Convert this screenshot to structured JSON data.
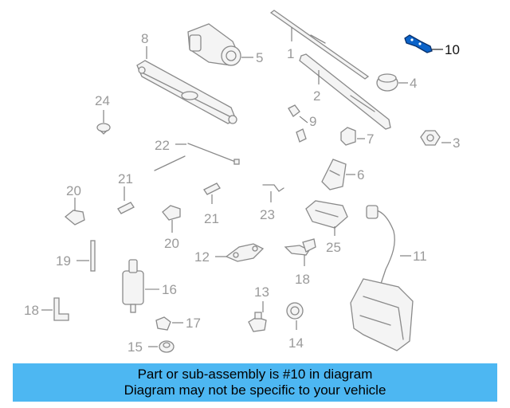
{
  "callouts": {
    "c1": "1",
    "c2": "2",
    "c3": "3",
    "c4": "4",
    "c5": "5",
    "c6": "6",
    "c7": "7",
    "c8": "8",
    "c9": "9",
    "c10": "10",
    "c11": "11",
    "c12": "12",
    "c13": "13",
    "c14": "14",
    "c15": "15",
    "c16": "16",
    "c17": "17",
    "c18a": "18",
    "c18b": "18",
    "c19": "19",
    "c20a": "20",
    "c20b": "20",
    "c21a": "21",
    "c21b": "21",
    "c22": "22",
    "c23": "23",
    "c24": "24",
    "c25": "25"
  },
  "highlight": {
    "part": "10",
    "color": "#0b63c9"
  },
  "banner": {
    "line1": "Part or sub-assembly is #10 in diagram",
    "line2": "Diagram may not be specific to your vehicle",
    "background": "#4db7f2"
  }
}
